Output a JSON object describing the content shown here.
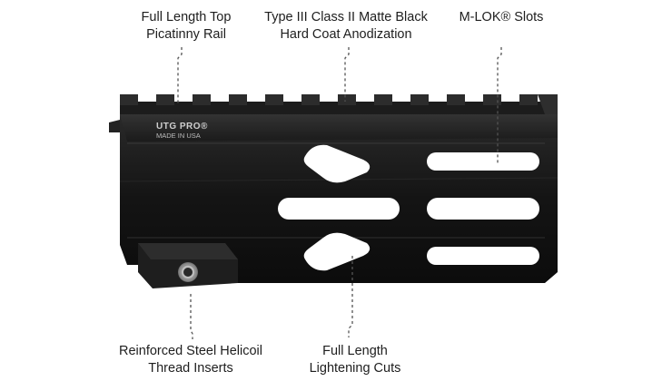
{
  "callouts": {
    "rail": {
      "line1": "Full Length Top",
      "line2": "Picatinny Rail"
    },
    "anodization": {
      "line1": "Type III Class II Matte Black",
      "line2": "Hard Coat Anodization"
    },
    "mlok": {
      "line1": "M-LOK® Slots"
    },
    "helicoil": {
      "line1": "Reinforced Steel Helicoil",
      "line2": "Thread Inserts"
    },
    "cuts": {
      "line1": "Full Length",
      "line2": "Lightening Cuts"
    }
  },
  "product": {
    "brand_mark": "UTG PRO®",
    "origin": "MADE IN USA",
    "finish_color": "#151515"
  }
}
